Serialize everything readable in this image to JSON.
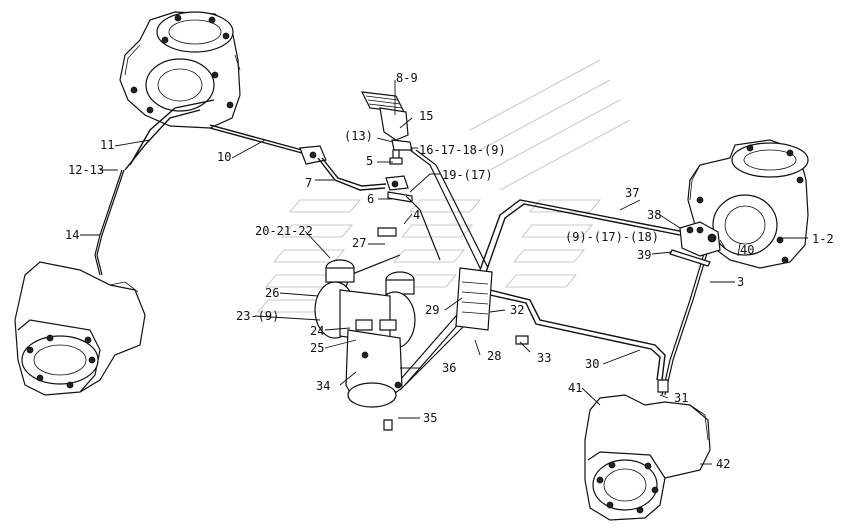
{
  "labels": {
    "l_8_9": "8-9",
    "l_15": "15",
    "l_13p": "(13)",
    "l_16_18": "16-17-18-(9)",
    "l_5": "5",
    "l_11": "11",
    "l_10": "10",
    "l_12_13": "12-13",
    "l_7": "7",
    "l_19": "19-(17)",
    "l_6": "6",
    "l_37": "37",
    "l_38": "38",
    "l_9_17_18": "(9)-(17)-(18)",
    "l_1_2": "1-2",
    "l_4": "4",
    "l_14": "14",
    "l_20_22": "20-21-22",
    "l_27": "27",
    "l_39": "39",
    "l_40": "40",
    "l_3": "3",
    "l_26": "26",
    "l_29": "29",
    "l_32": "32",
    "l_23_9": "23-(9)",
    "l_24": "24",
    "l_25": "25",
    "l_28": "28",
    "l_33": "33",
    "l_30": "30",
    "l_36": "36",
    "l_34": "34",
    "l_41": "41",
    "l_31": "31",
    "l_35": "35",
    "l_42": "42"
  }
}
